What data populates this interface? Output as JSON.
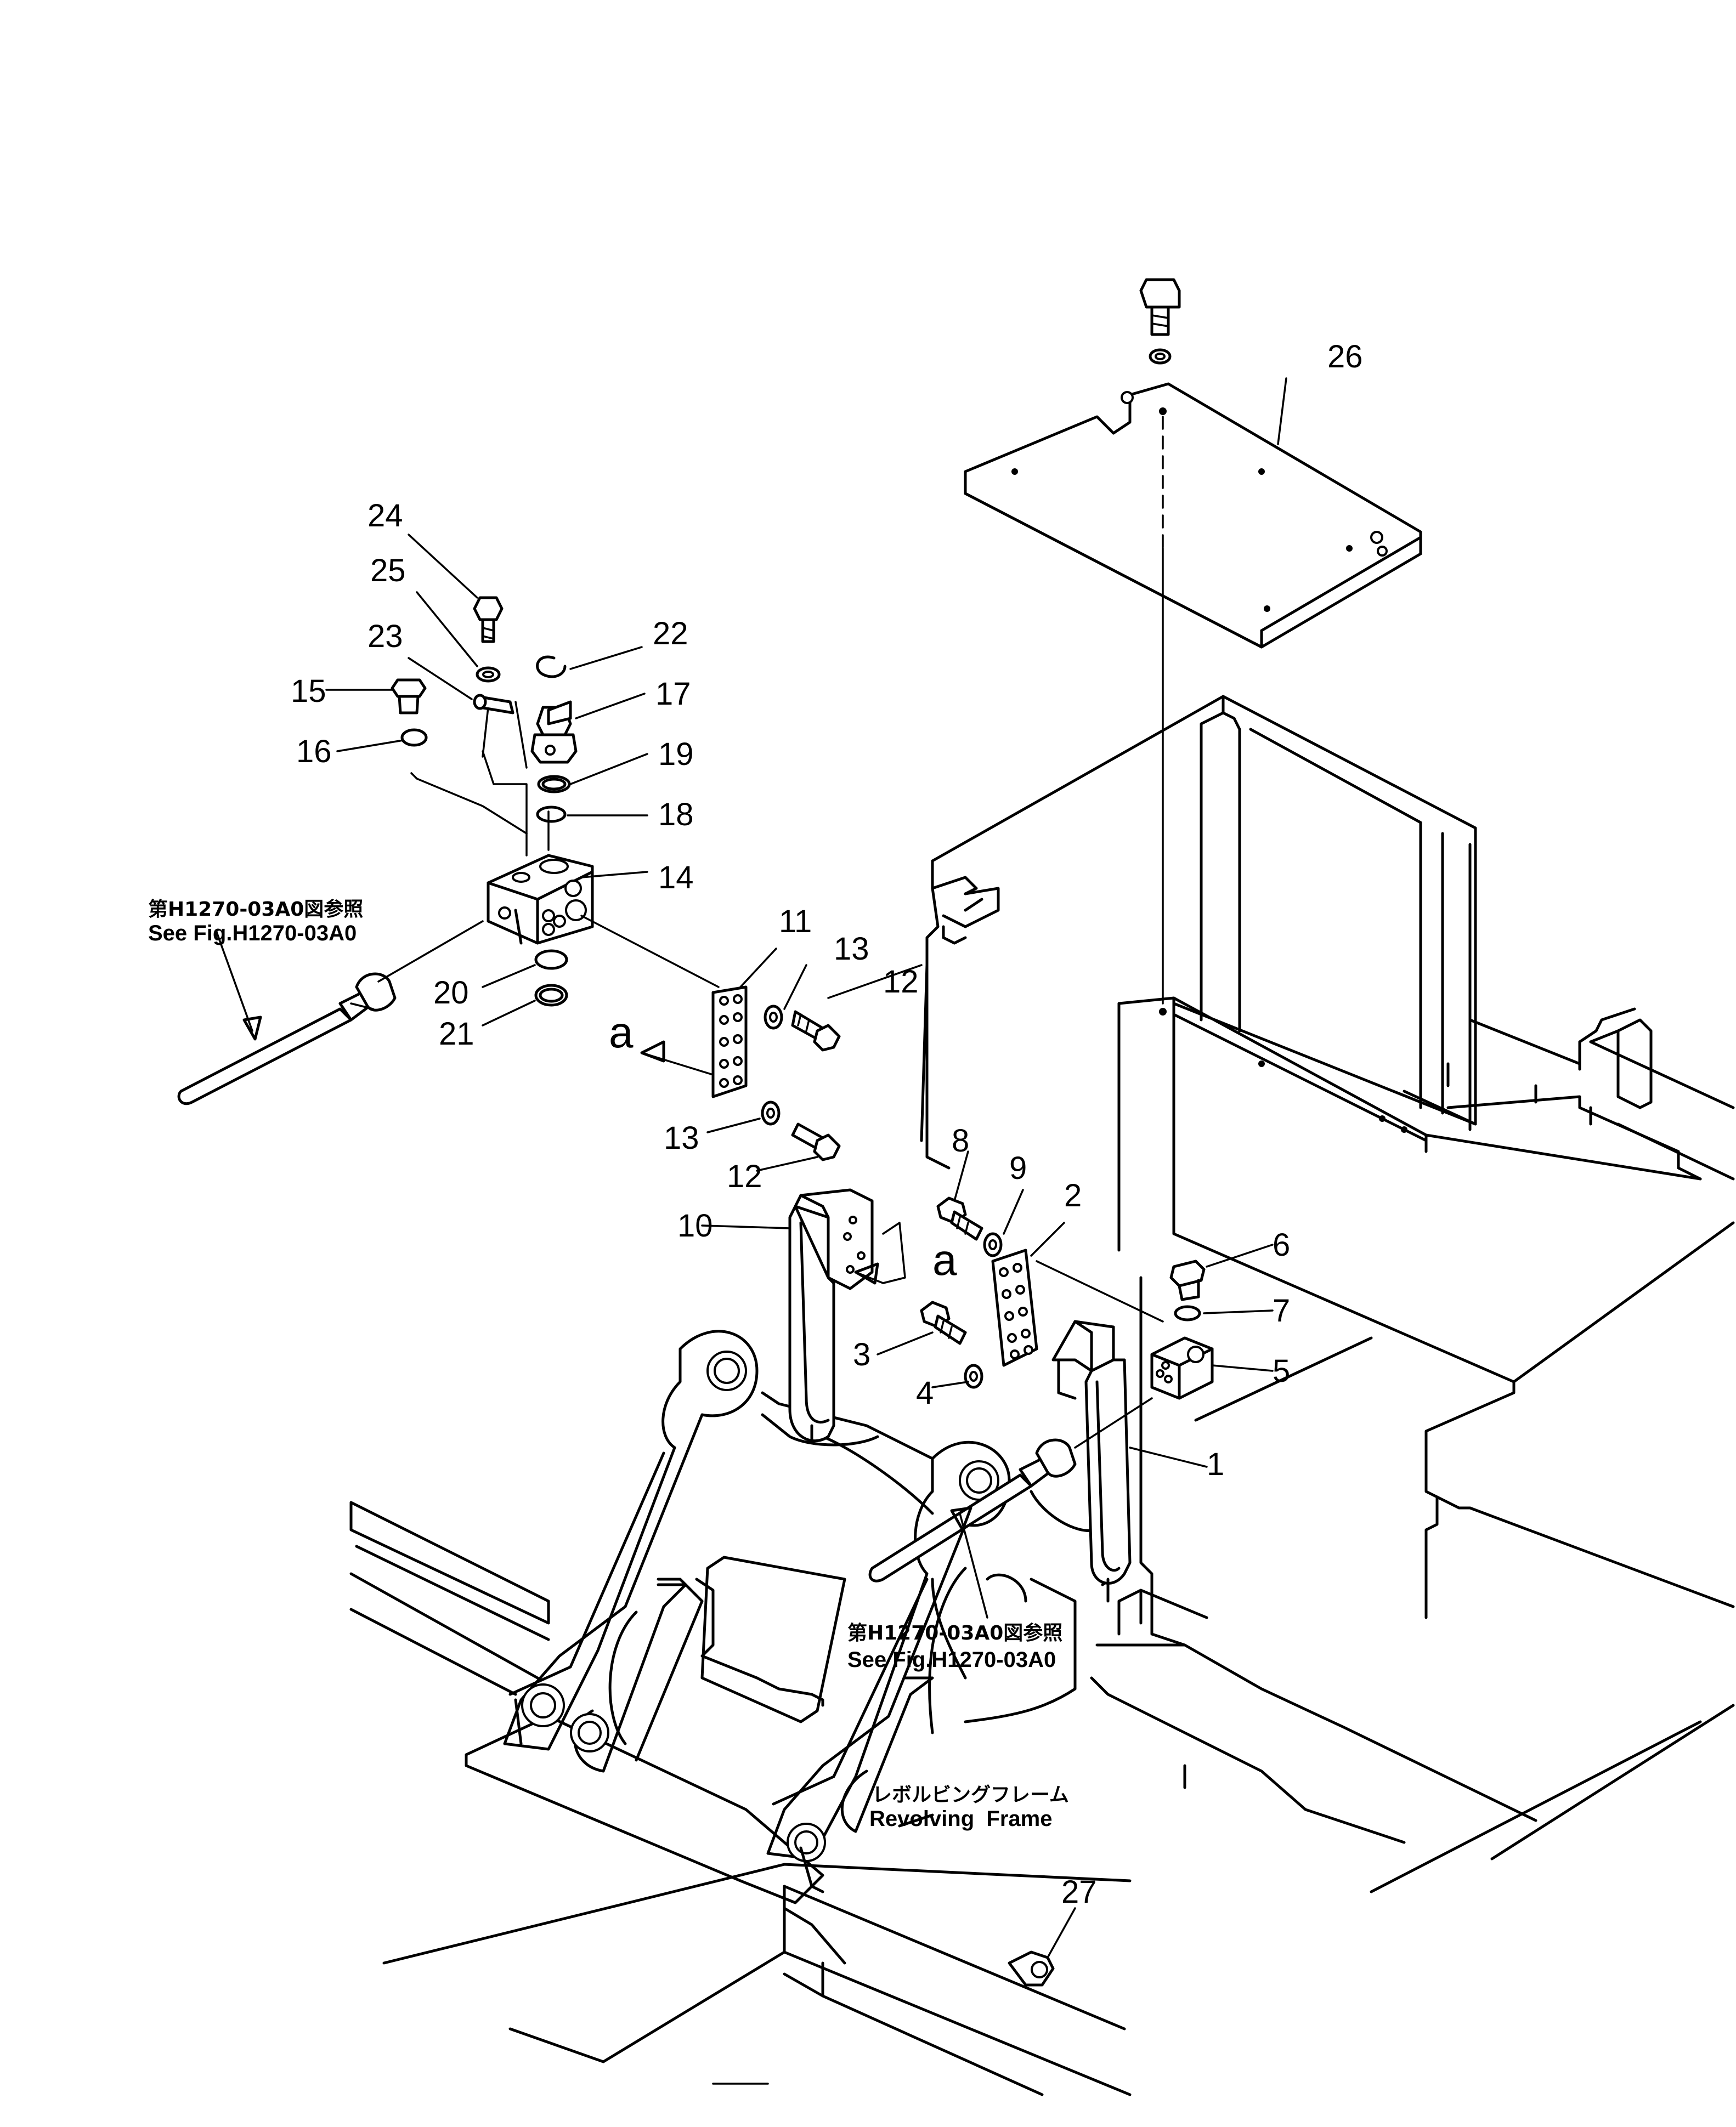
{
  "callouts": {
    "c1": "1",
    "c2": "2",
    "c3": "3",
    "c4": "4",
    "c5": "5",
    "c6": "6",
    "c7": "7",
    "c8": "8",
    "c9": "9",
    "c10": "10",
    "c11": "11",
    "c12a": "12",
    "c12b": "12",
    "c13a": "13",
    "c13b": "13",
    "c14": "14",
    "c15": "15",
    "c16": "16",
    "c17": "17",
    "c18": "18",
    "c19": "19",
    "c20": "20",
    "c21": "21",
    "c22": "22",
    "c23": "23",
    "c24": "24",
    "c25": "25",
    "c26": "26",
    "c27": "27"
  },
  "view_marks": {
    "a1": "a",
    "a2": "a"
  },
  "references": {
    "left_jp": "第H1270-03A0図参照",
    "left_en": "See Fig.H1270-03A0",
    "center_jp": "第H1270-03A0図参照",
    "center_en": "See Fig.H1270-03A0"
  },
  "frame_label": {
    "jp": "レボルビングフレーム",
    "en": "Revolving  Frame"
  }
}
